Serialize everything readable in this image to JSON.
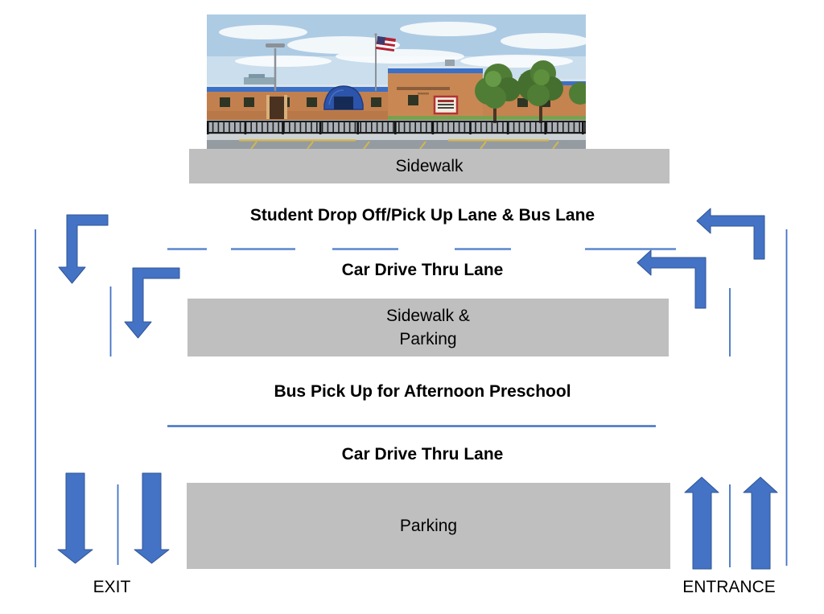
{
  "diagram": {
    "photo_caption_zone": "Sidewalk",
    "lanes": {
      "student_lane": "Student Drop Off/Pick Up Lane & Bus Lane",
      "car_lane_top": "Car Drive Thru Lane",
      "bus_pickup": "Bus Pick Up for Afternoon Preschool",
      "car_lane_bottom": "Car Drive Thru Lane"
    },
    "zones": {
      "sidewalk": "Sidewalk",
      "sidewalk_parking": [
        "Sidewalk &",
        "Parking"
      ],
      "parking": "Parking"
    },
    "gates": {
      "exit": "EXIT",
      "entrance": "ENTRANCE"
    },
    "icons": [
      "bent-arrow-down-icon",
      "bent-arrow-left-icon",
      "straight-arrow-down-icon",
      "straight-arrow-up-icon",
      "school-photo"
    ],
    "colors": {
      "arrow_fill": "#4472C4",
      "arrow_border": "#2F5597",
      "lane_line": "#4472C4",
      "lane_dash": "#5B87CE",
      "zone_gray": "#BFBFBF",
      "text": "#000000",
      "background": "#FFFFFF"
    }
  }
}
